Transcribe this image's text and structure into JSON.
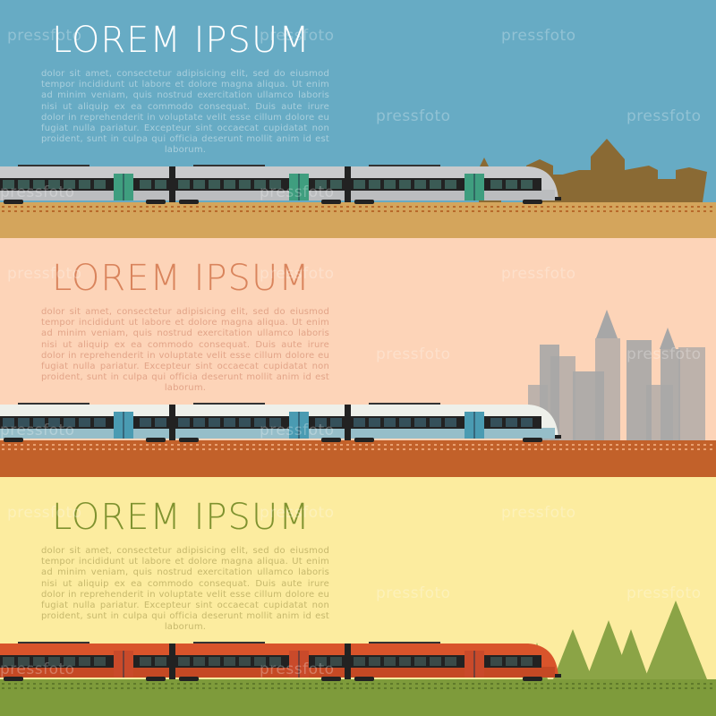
{
  "watermark": "pressfoto",
  "banners": [
    {
      "id": "blue",
      "title": "LOREM IPSUM",
      "body": "dolor sit amet, consectetur adipisicing elit, sed do eiusmod tempor incididunt ut labore et dolore magna aliqua. Ut enim ad minim veniam, quis nostrud exercitation ullamco laboris nisi ut aliquip ex ea commodo consequat. Duis aute irure dolor in reprehenderit in voluptate velit esse cillum dolore eu fugiat nulla pariatur. Excepteur sint occaecat cupidatat non proident, sunt in culpa qui officia deserunt mollit anim id est laborum.",
      "colors": {
        "sky": "#67abc4",
        "ground": "#d4a55c",
        "track": "#b8692a",
        "scenery": "#8a6a34",
        "title": "#ffffff",
        "text": "#a9cfdd",
        "body": "#c9cacc",
        "stripe": "#b3b4b6",
        "door": "#3f9e7f",
        "window": "#3b5b55"
      },
      "scenery": "town"
    },
    {
      "id": "peach",
      "title": "LOREM IPSUM",
      "body": "dolor sit amet, consectetur adipisicing elit, sed do eiusmod tempor incididunt ut labore et dolore magna aliqua. Ut enim ad minim veniam, quis nostrud exercitation ullamco laboris nisi ut aliquip ex ea commodo consequat. Duis aute irure dolor in reprehenderit in voluptate velit esse cillum dolore eu fugiat nulla pariatur. Excepteur sint occaecat cupidatat non proident, sunt in culpa qui officia deserunt mollit anim id est laborum.",
      "colors": {
        "sky": "#fdd4b8",
        "ground": "#c2612a",
        "track": "#e9a070",
        "scenery": "#a7a7a7",
        "title": "#d9845c",
        "text": "#e2a488",
        "body": "#eef0ea",
        "stripe": "#5b9cb2",
        "door": "#4a9bb2",
        "window": "#35505a"
      },
      "scenery": "city"
    },
    {
      "id": "yellow",
      "title": "LOREM IPSUM",
      "body": "dolor sit amet, consectetur adipisicing elit, sed do eiusmod tempor incididunt ut labore et dolore magna aliqua. Ut enim ad minim veniam, quis nostrud exercitation ullamco laboris nisi ut aliquip ex ea commodo consequat. Duis aute irure dolor in reprehenderit in voluptate velit esse cillum dolore eu fugiat nulla pariatur. Excepteur sint occaecat cupidatat non proident, sunt in culpa qui officia deserunt mollit anim id est laborum.",
      "colors": {
        "sky": "#fcec9f",
        "ground": "#7e9b3b",
        "track": "#5f7a2a",
        "scenery": "#8ba446",
        "title": "#7f922f",
        "text": "#c6b86c",
        "body": "#d9542b",
        "stripe": "#b8431f",
        "door": "#c94a2a",
        "window": "#3a4a48"
      },
      "scenery": "forest"
    }
  ]
}
